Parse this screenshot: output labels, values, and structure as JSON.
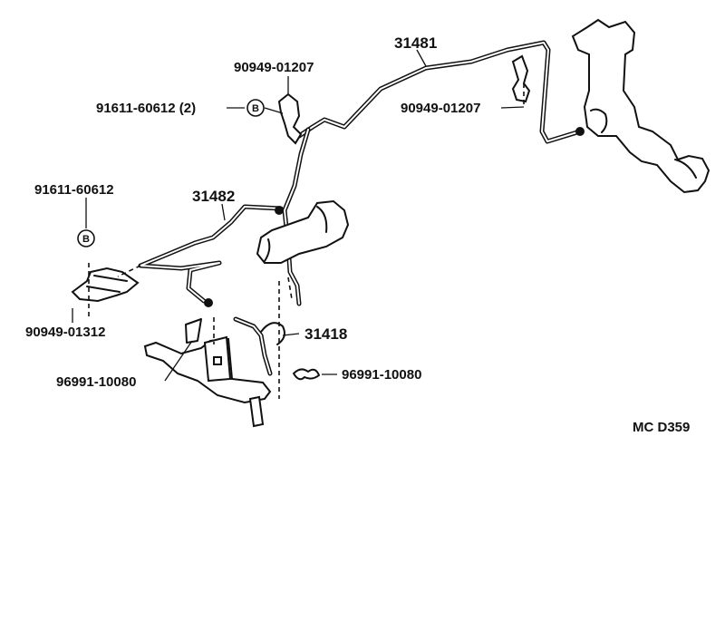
{
  "parts": {
    "p31481": "31481",
    "p90949_01207_top": "90949-01207",
    "p91611_60612_2": "91611-60612 (2)",
    "p90949_01207_right": "90949-01207",
    "p91611_60612": "91611-60612",
    "p31482": "31482",
    "p90949_01312": "90949-01312",
    "p31418": "31418",
    "p96991_10080_left": "96991-10080",
    "p96991_10080_right": "96991-10080"
  },
  "symbols": {
    "ref_b_top": "B",
    "ref_b_left": "B"
  },
  "diagram_code": "MC D359"
}
